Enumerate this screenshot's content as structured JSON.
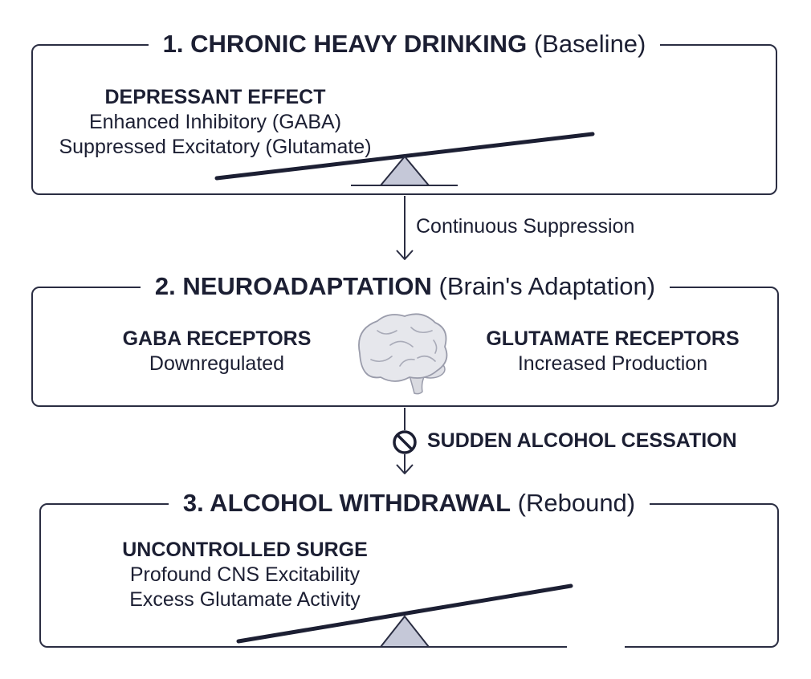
{
  "panels": [
    {
      "title_strong": "1. CHRONIC HEAVY DRINKING",
      "title_light": "(Baseline)",
      "heading": "DEPRESSANT EFFECT",
      "lines": [
        "Enhanced Inhibitory (GABA)",
        "Suppressed Excitatory (Glutamate)"
      ]
    },
    {
      "title_strong": "2. NEUROADAPTATION",
      "title_light": "(Brain's Adaptation)",
      "left_heading": "GABA RECEPTORS",
      "left_line": "Downregulated",
      "right_heading": "GLUTAMATE RECEPTORS",
      "right_line": "Increased Production",
      "icon": "brain-icon"
    },
    {
      "title_strong": "3. ALCOHOL WITHDRAWAL",
      "title_light": "(Rebound)",
      "heading": "UNCONTROLLED SURGE",
      "lines": [
        "Profound CNS Excitability",
        "Excess Glutamate Activity"
      ]
    }
  ],
  "transitions": [
    {
      "label": "Continuous Suppression",
      "icon": "arrow-down-icon"
    },
    {
      "label": "SUDDEN ALCOHOL CESSATION",
      "icon": "prohibited-icon"
    }
  ],
  "colors": {
    "ink": "#1c1f33",
    "border": "#2a2d42",
    "fulcrum_fill": "#c5c8d8",
    "brain_fill": "#e6e7ec"
  }
}
